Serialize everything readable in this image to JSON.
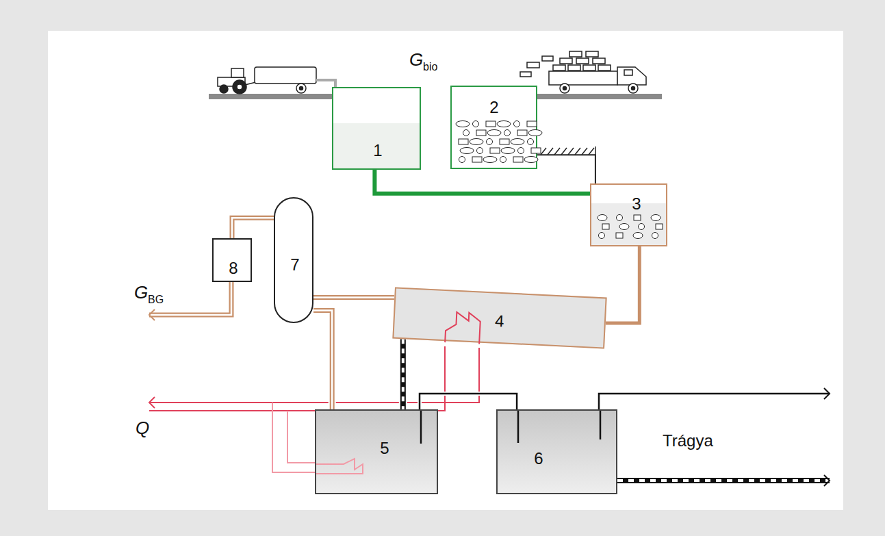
{
  "diagram": {
    "nodes": [
      {
        "text": [
          "1"
        ]
      },
      {
        "text": [
          "2"
        ]
      },
      {
        "text": [
          "3"
        ]
      },
      {
        "text": [
          "4"
        ]
      },
      {
        "text": [
          "5"
        ]
      },
      {
        "text": [
          "6"
        ]
      },
      {
        "text": [
          "7"
        ]
      },
      {
        "text": [
          "8"
        ]
      }
    ],
    "edges": [
      {
        "from": 0,
        "to": 2,
        "arrow": "none"
      },
      {
        "from": 1,
        "to": 2,
        "arrow": "none"
      },
      {
        "from": 2,
        "to": 3,
        "arrow": "none"
      },
      {
        "from": 3,
        "to": 6,
        "arrow": "none"
      },
      {
        "from": 4,
        "to": 6,
        "arrow": "none"
      },
      {
        "from": 6,
        "to": 7,
        "arrow": "none"
      },
      {
        "from": 3,
        "to": 4,
        "arrow": "none"
      },
      {
        "from": 4,
        "to": 5,
        "arrow": "none"
      }
    ],
    "labels": [
      "G",
      "bio",
      "G",
      "BG",
      "Q",
      "Trágya"
    ]
  }
}
